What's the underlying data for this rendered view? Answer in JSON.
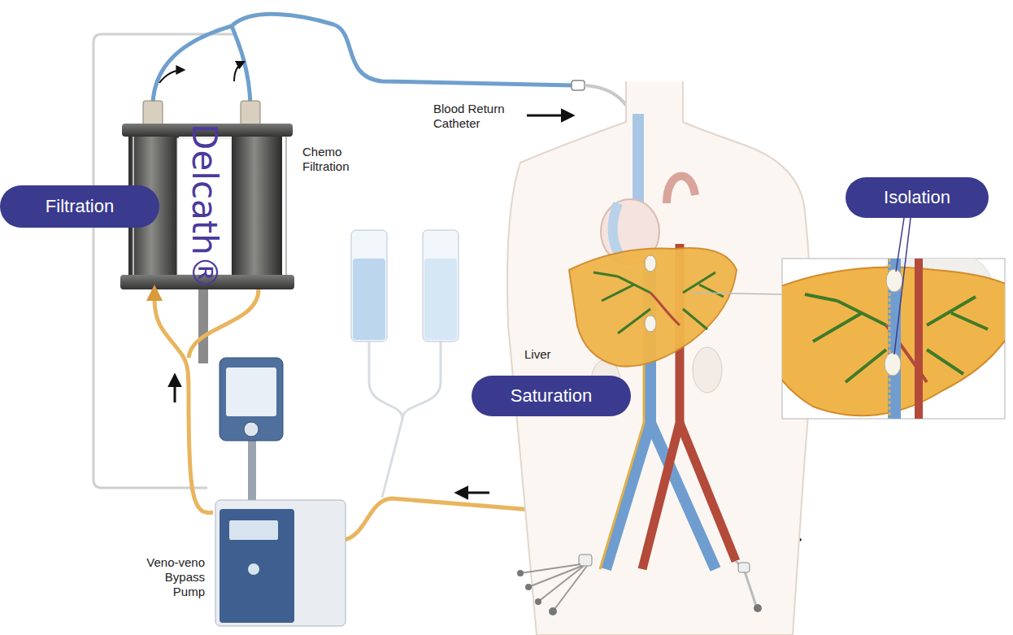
{
  "diagram": {
    "nodes": [
      {
        "text": [
          "Filtration"
        ]
      },
      {
        "text": [
          "Delcath®",
          "Chemo Filtration"
        ]
      },
      {
        "text": [
          "Veno-veno Bypass Pump"
        ]
      },
      {
        "text": [
          "Isolation"
        ]
      },
      {
        "text": [
          "Saturation"
        ]
      }
    ],
    "edges": [
      {
        "from": 2,
        "to": 1,
        "arrow": "to"
      }
    ],
    "labels": [
      "Blood Return Catheter",
      "Liver"
    ]
  }
}
